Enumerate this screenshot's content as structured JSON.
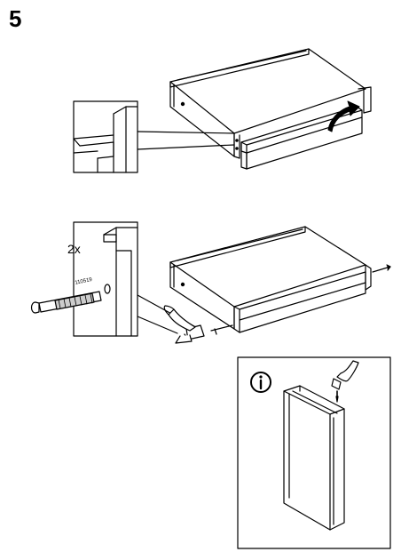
{
  "step": {
    "number": "5"
  },
  "detail_bottom": {
    "quantity_label": "2x",
    "part_number": "110519"
  },
  "info_panel": {
    "icon": "info-icon"
  },
  "icons": {
    "arrow": "curved-arrow-icon",
    "hammer_1": "hammer-icon",
    "hammer_2": "hammer-icon",
    "dowel": "dowel-icon",
    "nail": "nail-icon"
  }
}
